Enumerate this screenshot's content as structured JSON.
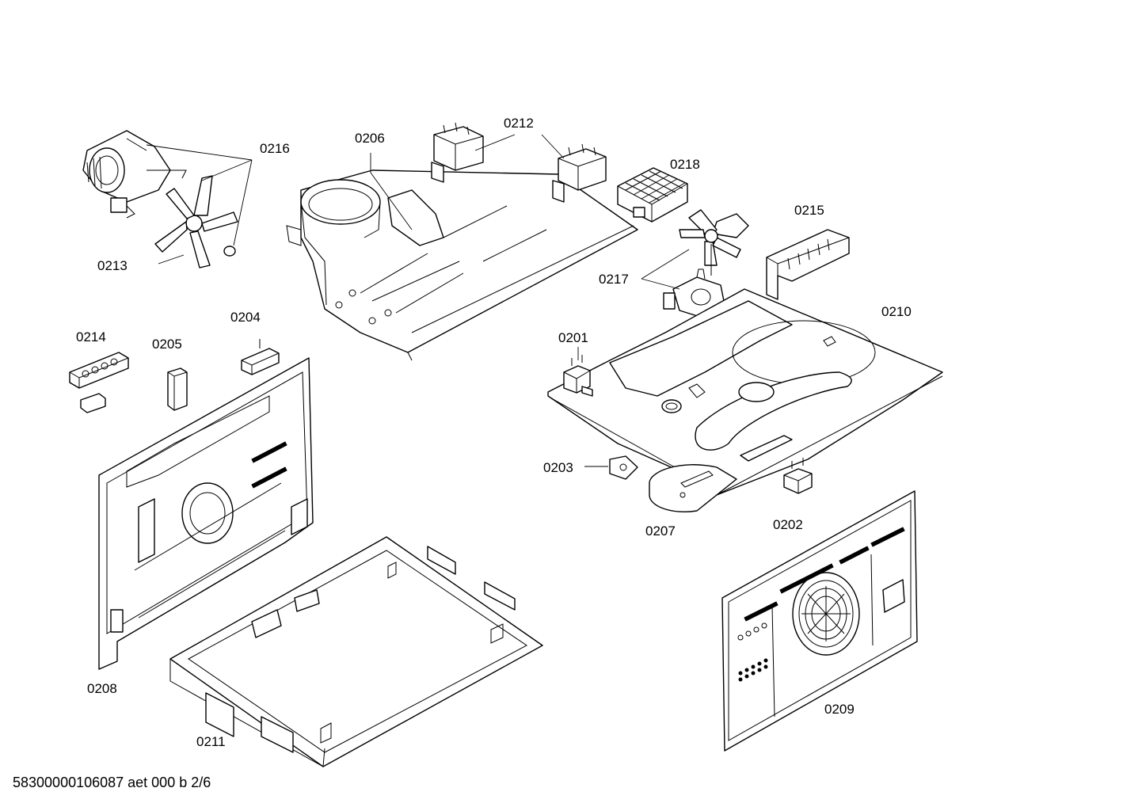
{
  "diagram": {
    "labels": {
      "p0201": "0201",
      "p0202": "0202",
      "p0203": "0203",
      "p0204": "0204",
      "p0205": "0205",
      "p0206": "0206",
      "p0207": "0207",
      "p0208": "0208",
      "p0209": "0209",
      "p0210": "0210",
      "p0211": "0211",
      "p0212": "0212",
      "p0213": "0213",
      "p0214": "0214",
      "p0215": "0215",
      "p0216": "0216",
      "p0217": "0217",
      "p0218": "0218"
    },
    "footer": "58300000106087 aet 000 b 2/6"
  }
}
